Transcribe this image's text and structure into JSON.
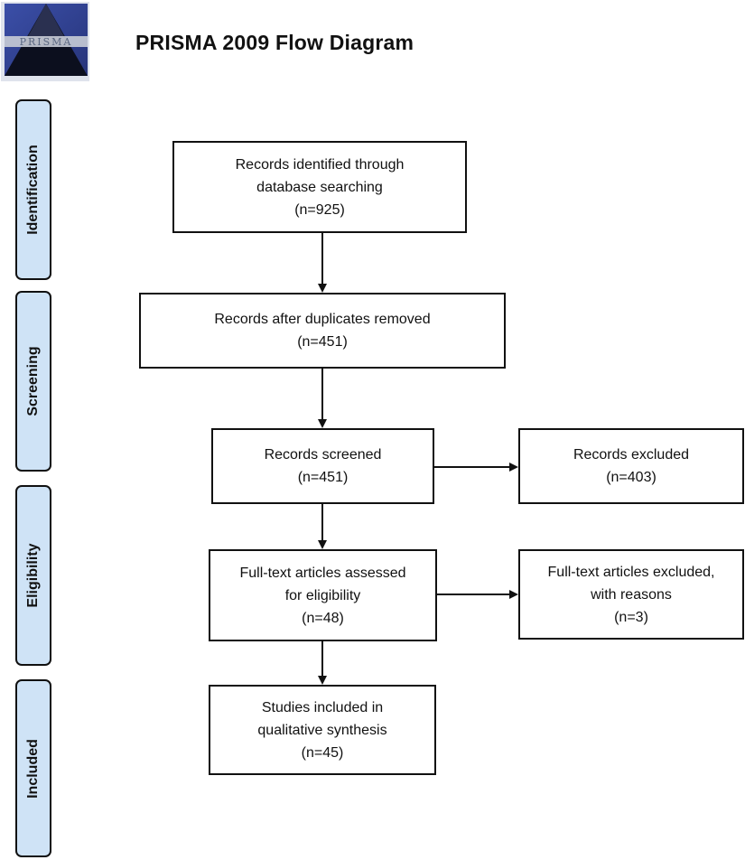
{
  "header": {
    "logo_text": "PRISMA",
    "title": "PRISMA 2009 Flow Diagram"
  },
  "phases": [
    {
      "label": "Identification"
    },
    {
      "label": "Screening"
    },
    {
      "label": "Eligibility"
    },
    {
      "label": "Included"
    }
  ],
  "boxes": {
    "identified": {
      "line1": "Records identified through",
      "line2": "database searching",
      "count": "(n=925)"
    },
    "deduplicated": {
      "line1": "Records after duplicates removed",
      "count": "(n=451)"
    },
    "screened": {
      "line1": "Records screened",
      "count": "(n=451)"
    },
    "excluded": {
      "line1": "Records excluded",
      "count": "(n=403)"
    },
    "fulltext_assessed": {
      "line1": "Full-text articles assessed",
      "line2": "for eligibility",
      "count": "(n=48)"
    },
    "fulltext_excluded": {
      "line1": "Full-text articles excluded,",
      "line2": "with reasons",
      "count": "(n=3)"
    },
    "included": {
      "line1": "Studies included in",
      "line2": "qualitative synthesis",
      "count": "(n=45)"
    }
  },
  "colors": {
    "phase_fill": "#cfe3f6",
    "line": "#111111",
    "logo_blue": "#3f4fa0"
  }
}
